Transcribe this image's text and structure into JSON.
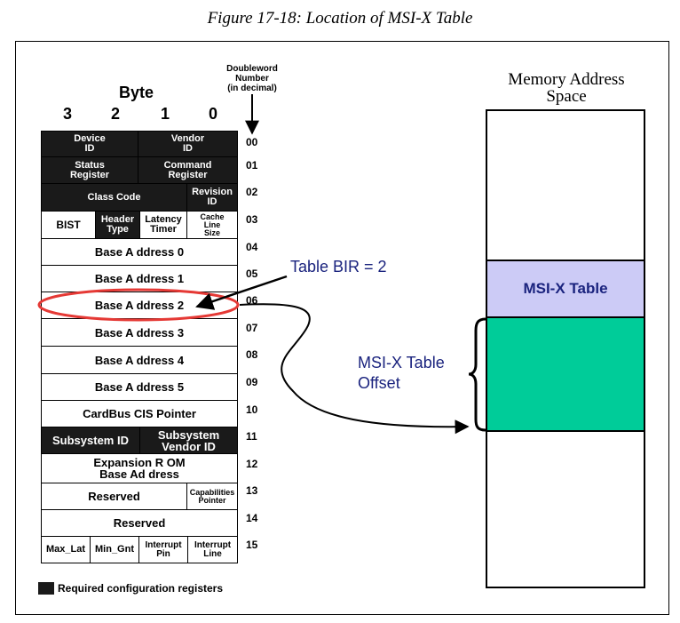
{
  "caption": "Figure 17-18: Location of MSI-X Table",
  "header": {
    "doubleword_lines": [
      "Doubleword",
      "Number",
      "(in decimal)"
    ],
    "byte_title": "Byte",
    "byte_numbers": [
      "3",
      "2",
      "1",
      "0"
    ]
  },
  "registers": {
    "row00": {
      "a": [
        "Device",
        "ID"
      ],
      "b": [
        "Vendor",
        "ID"
      ]
    },
    "row01": {
      "a": [
        "Status",
        "Register"
      ],
      "b": [
        "Command",
        "Register"
      ]
    },
    "row02": {
      "a": "Class Code",
      "b": [
        "Revision",
        "ID"
      ]
    },
    "row03": {
      "a": "BIST",
      "b": [
        "Header",
        "Type"
      ],
      "c": [
        "Latency",
        "Timer"
      ],
      "d": [
        "Cache",
        "Line",
        "Size"
      ]
    },
    "bar0": "Base A ddress 0",
    "bar1": "Base A ddress 1",
    "bar2": "Base A ddress 2",
    "bar3": "Base A ddress 3",
    "bar4": "Base A ddress 4",
    "bar5": "Base A ddress 5",
    "cardbus": "CardBus CIS Pointer",
    "row11": {
      "a": "Subsystem ID",
      "b": [
        "Subsystem",
        "Vendor ID"
      ]
    },
    "row12": [
      "Expansion R OM",
      "Base Ad dress"
    ],
    "row13": {
      "a": "Reserved",
      "b": [
        "Capabilities",
        "Pointer"
      ]
    },
    "row14": "Reserved",
    "row15": {
      "a": "Max_Lat",
      "b": "Min_Gnt",
      "c": [
        "Interrupt",
        "Pin"
      ],
      "d": [
        "Interrupt",
        "Line"
      ]
    }
  },
  "dword_numbers": [
    "00",
    "01",
    "02",
    "03",
    "04",
    "05",
    "06",
    "07",
    "08",
    "09",
    "10",
    "11",
    "12",
    "13",
    "14",
    "15"
  ],
  "legend": {
    "text": "Required configuration registers"
  },
  "annotations": {
    "table_bir": "Table BIR = 2",
    "offset_lines": [
      "MSI-X Table",
      "Offset"
    ]
  },
  "memory": {
    "title_lines": [
      "Memory Address",
      "Space"
    ],
    "msix_table_label": "MSI-X Table"
  },
  "colors": {
    "required_fill": "#1a1a1a",
    "msix_table_fill": "#cccbf6",
    "offset_region_fill": "#00cc99",
    "ellipse": "#e53935",
    "annotation_text": "#1a237e"
  }
}
